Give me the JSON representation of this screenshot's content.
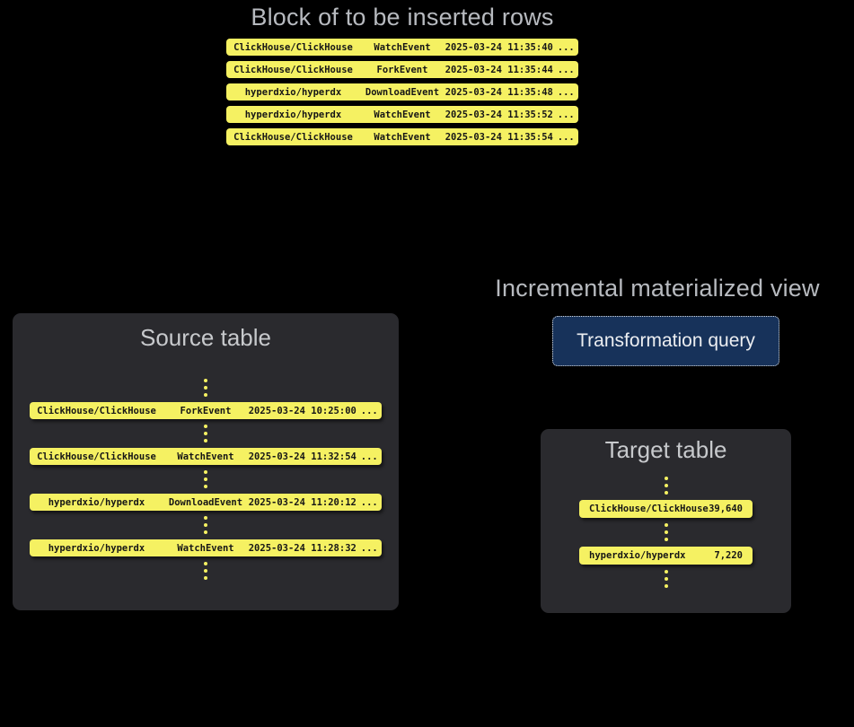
{
  "colors": {
    "page_bg": "#000000",
    "row_yellow": "#f5f162",
    "row_text": "#161616",
    "panel_bg": "#2a2a2e",
    "outer_title_gray": "#b7babf",
    "panel_title_gray": "#c7c9cc",
    "query_box_blue": "#17325a",
    "query_box_text": "#eceef1",
    "dot_yellow": "#f5f162"
  },
  "insert_block": {
    "title": "Block of to be inserted rows",
    "rows": [
      {
        "repo": "ClickHouse/ClickHouse",
        "event": "WatchEvent",
        "timestamp": "2025-03-24 11:35:40",
        "more": "..."
      },
      {
        "repo": "ClickHouse/ClickHouse",
        "event": "ForkEvent",
        "timestamp": "2025-03-24 11:35:44",
        "more": "..."
      },
      {
        "repo": "hyperdxio/hyperdx",
        "event": "DownloadEvent",
        "timestamp": "2025-03-24 11:35:48",
        "more": "..."
      },
      {
        "repo": "hyperdxio/hyperdx",
        "event": "WatchEvent",
        "timestamp": "2025-03-24 11:35:52",
        "more": "..."
      },
      {
        "repo": "ClickHouse/ClickHouse",
        "event": "WatchEvent",
        "timestamp": "2025-03-24 11:35:54",
        "more": "..."
      }
    ]
  },
  "source_table": {
    "title": "Source table",
    "rows": [
      {
        "repo": "ClickHouse/ClickHouse",
        "event": "ForkEvent",
        "timestamp": "2025-03-24 10:25:00",
        "more": "..."
      },
      {
        "repo": "ClickHouse/ClickHouse",
        "event": "WatchEvent",
        "timestamp": "2025-03-24 11:32:54",
        "more": "..."
      },
      {
        "repo": "hyperdxio/hyperdx",
        "event": "DownloadEvent",
        "timestamp": "2025-03-24 11:20:12",
        "more": "..."
      },
      {
        "repo": "hyperdxio/hyperdx",
        "event": "WatchEvent",
        "timestamp": "2025-03-24 11:28:32",
        "more": "..."
      }
    ]
  },
  "materialized_view": {
    "title": "Incremental materialized view",
    "query_label": "Transformation query"
  },
  "target_table": {
    "title": "Target table",
    "rows": [
      {
        "repo": "ClickHouse/ClickHouse",
        "count": "39,640"
      },
      {
        "repo": "hyperdxio/hyperdx",
        "count": "7,220"
      }
    ]
  }
}
